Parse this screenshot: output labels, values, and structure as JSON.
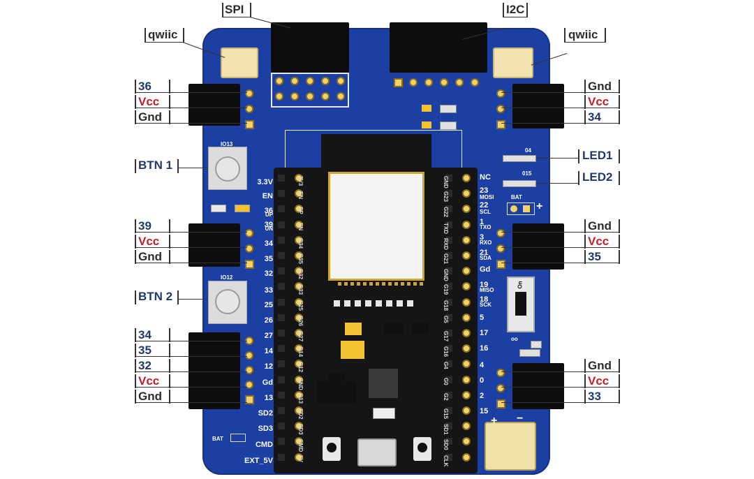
{
  "external": {
    "spi": "SPI",
    "i2c": "I2C",
    "qwiic_left": "qwiic",
    "qwiic_right": "qwiic",
    "left_top": [
      "36",
      "Vcc",
      "Gnd"
    ],
    "btn1": "BTN 1",
    "left_mid": [
      "39",
      "Vcc",
      "Gnd"
    ],
    "btn2": "BTN 2",
    "left_bot": [
      "34",
      "35",
      "32",
      "Vcc",
      "Gnd"
    ],
    "right_top": [
      "Gnd",
      "Vcc",
      "34"
    ],
    "led1": "LED1",
    "led2": "LED2",
    "right_mid": [
      "Gnd",
      "Vcc",
      "35"
    ],
    "right_bot": [
      "Gnd",
      "Vcc",
      "33"
    ]
  },
  "board": {
    "left_labels": [
      "3.3V",
      "EN",
      "36",
      "UP",
      "39",
      "UN",
      "34",
      "35",
      "32",
      "33",
      "25",
      "26",
      "27",
      "14",
      "12",
      "Gd",
      "13",
      "SD2",
      "SD3",
      "CMD",
      "EXT_5V"
    ],
    "right_labels": [
      "NC",
      "23",
      "MOSI",
      "22",
      "SCL",
      "1",
      "TXO",
      "3",
      "RXO",
      "21",
      "SDA",
      "Gd",
      "19",
      "MISO",
      "18",
      "SCK",
      "5",
      "17",
      "16",
      "4",
      "0",
      "2",
      "15"
    ],
    "module_left": [
      "3V3",
      "EN",
      "SP",
      "SN",
      "G34",
      "G35",
      "G32",
      "G33",
      "G25",
      "G26",
      "G27",
      "G14",
      "G12",
      "GND",
      "G13",
      "SD2",
      "SD3",
      "CMD",
      "5V"
    ],
    "module_right": [
      "GND",
      "G23",
      "G22",
      "TXD",
      "RXD",
      "G21",
      "GND",
      "G19",
      "G18",
      "G5",
      "G17",
      "G16",
      "G4",
      "G0",
      "G2",
      "G15",
      "SD1",
      "SD0",
      "CLK"
    ],
    "io13": "IO13",
    "io12": "IO12",
    "bat_top": "BAT",
    "bat_bottom": "BAT",
    "led1_silk": "04",
    "led2_silk": "015",
    "plus": "+",
    "minus": "−",
    "switch_label": "On",
    "oo": "oo"
  },
  "colors": {
    "board": "#1c3fa3",
    "label_blue": "#1f3a6b",
    "label_red": "#c0202a",
    "pad_gold": "#f2d36b"
  }
}
